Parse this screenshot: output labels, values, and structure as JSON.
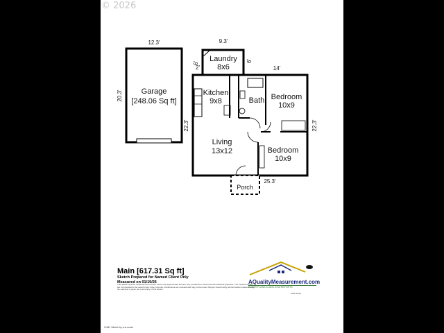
{
  "copyright": "© 2026",
  "dimensions": {
    "garage_width": "12.3'",
    "garage_height": "20.3'",
    "laundry_width": "9.3'",
    "laundry_left_top": "6'",
    "laundry_left_bottom": "2'",
    "laundry_right": "6'",
    "house_left": "22.3'",
    "house_top_right": "14'",
    "house_right": "22.3'",
    "house_bottom": "25.3'"
  },
  "rooms": {
    "garage_name": "Garage",
    "garage_area": "[248.06 Sq ft]",
    "laundry_name": "Laundry",
    "laundry_size": "8x6",
    "kitchen_name": "Kitchen",
    "kitchen_size": "9x8",
    "bath_name": "Bath",
    "bedroom1_name": "Bedroom",
    "bedroom1_size": "10x9",
    "living_name": "Living",
    "living_size": "13x12",
    "bedroom2_name": "Bedroom",
    "bedroom2_size": "10x9",
    "porch_name": "Porch"
  },
  "footer": {
    "title": "Main [617.31 Sq ft]",
    "line1": "Sketch Prepared for Named Client Only",
    "line2": "Measured on 01/19/26",
    "disclaimer": "This sketch and the measurements shown herein are approximate and are only provided for visual and informational purposes. The measurements are not intended to be used for any other purpose. Dimensions are rounded and may not be exact. Buyers should verify all information independently. No warranty is given as to accuracy of this sketch.",
    "software_note": "CUBI, Sketch by a la mode"
  },
  "logo": {
    "name": "AQualityMeasurement.com",
    "tagline": "FLOOR PLANS & ANSI Z765 REPORTS",
    "sub": "ANSI Z765"
  }
}
